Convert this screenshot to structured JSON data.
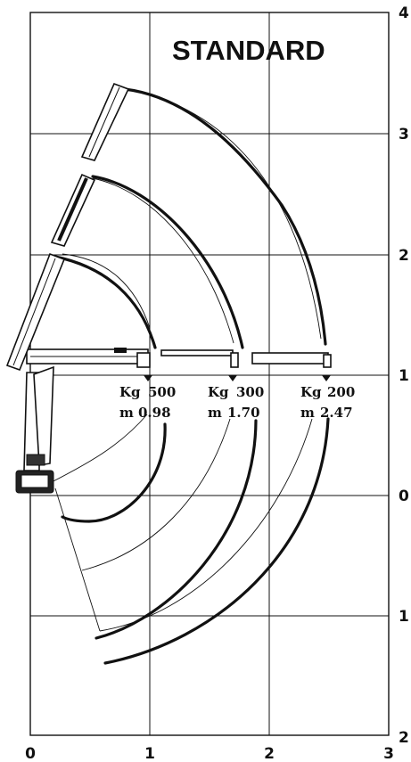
{
  "title": "STANDARD",
  "x_axis": {
    "ticks": [
      "0",
      "1",
      "2",
      "3"
    ]
  },
  "y_axis_right": {
    "ticks_upper": [
      "4",
      "3",
      "2",
      "1",
      "0"
    ],
    "ticks_lower": [
      "1",
      "2"
    ]
  },
  "loads": [
    {
      "kg_label": "Kg",
      "kg_value": "500",
      "m_label": "m",
      "m_value": "0.98"
    },
    {
      "kg_label": "Kg",
      "kg_value": "300",
      "m_label": "m",
      "m_value": "1.70"
    },
    {
      "kg_label": "Kg",
      "kg_value": "200",
      "m_label": "m",
      "m_value": "2.47"
    }
  ],
  "colors": {
    "ink": "#111111",
    "background": "#ffffff"
  }
}
